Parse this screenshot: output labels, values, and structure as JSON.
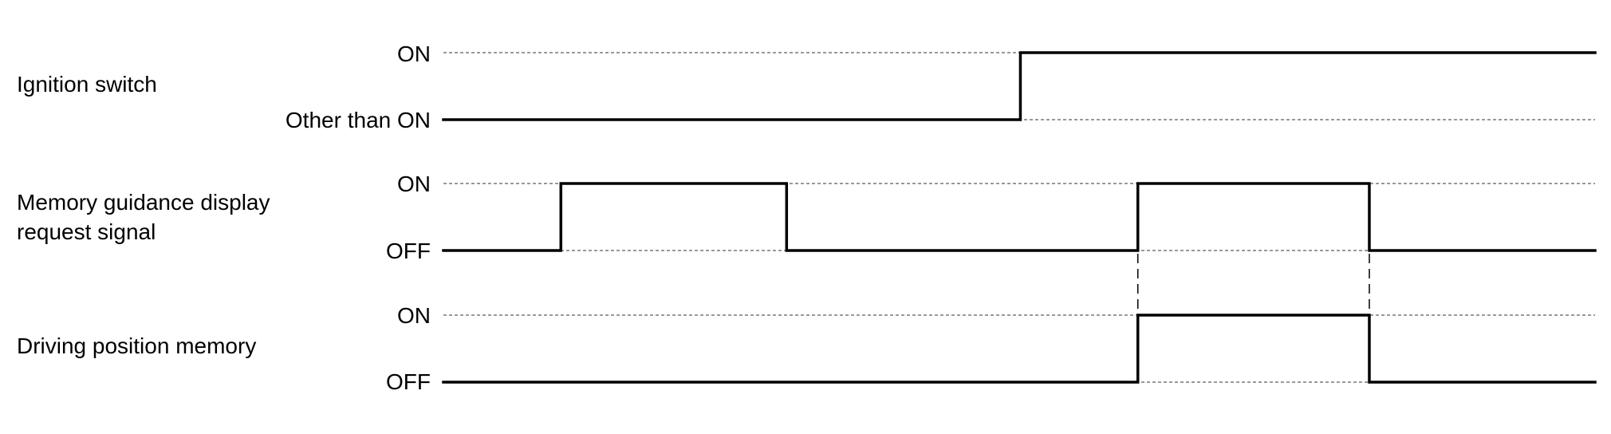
{
  "signals": [
    {
      "id": "ignition",
      "label_lines": [
        "Ignition switch"
      ],
      "high_state": "ON",
      "low_state": "Other than ON",
      "transitions": [
        {
          "edge": "rise",
          "t": 0.501
        }
      ],
      "initial": "low"
    },
    {
      "id": "memory-guidance",
      "label_lines": [
        "Memory guidance display",
        "request signal"
      ],
      "high_state": "ON",
      "low_state": "OFF",
      "transitions": [
        {
          "edge": "rise",
          "t": 0.102
        },
        {
          "edge": "fall",
          "t": 0.298
        },
        {
          "edge": "rise",
          "t": 0.603
        },
        {
          "edge": "fall",
          "t": 0.804
        }
      ],
      "initial": "low"
    },
    {
      "id": "driving-position",
      "label_lines": [
        "Driving position memory"
      ],
      "high_state": "ON",
      "low_state": "OFF",
      "transitions": [
        {
          "edge": "rise",
          "t": 0.603
        },
        {
          "edge": "fall",
          "t": 0.804
        }
      ],
      "initial": "low"
    }
  ],
  "linked_transitions": [
    0.603,
    0.804
  ]
}
